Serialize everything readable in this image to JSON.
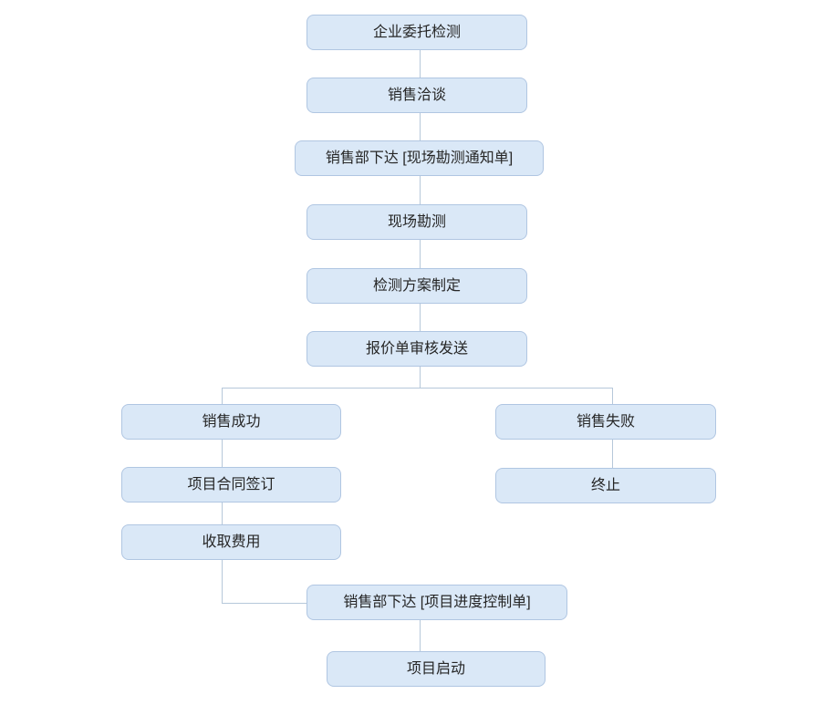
{
  "diagram": {
    "type": "flowchart",
    "colors": {
      "node_fill": "#dae8f7",
      "node_border": "#b0c6e2",
      "connector": "#b6c8da",
      "text": "#262626",
      "background": "#ffffff"
    },
    "nodes": [
      {
        "id": "entrust",
        "label": "企业委托检测"
      },
      {
        "id": "negotiation",
        "label": "销售洽谈"
      },
      {
        "id": "survey-notice",
        "label": "销售部下达 [现场勘测通知单]"
      },
      {
        "id": "site-survey",
        "label": "现场勘测"
      },
      {
        "id": "plan",
        "label": "检测方案制定"
      },
      {
        "id": "quotation",
        "label": "报价单审核发送"
      },
      {
        "id": "sale-success",
        "label": "销售成功"
      },
      {
        "id": "contract",
        "label": "项目合同签订"
      },
      {
        "id": "fee",
        "label": "收取费用"
      },
      {
        "id": "sale-fail",
        "label": "销售失败"
      },
      {
        "id": "terminate",
        "label": "终止"
      },
      {
        "id": "progress-control",
        "label": "销售部下达 [项目进度控制单]"
      },
      {
        "id": "project-start",
        "label": "项目启动"
      }
    ],
    "edges": [
      {
        "from": "entrust",
        "to": "negotiation"
      },
      {
        "from": "negotiation",
        "to": "survey-notice"
      },
      {
        "from": "survey-notice",
        "to": "site-survey"
      },
      {
        "from": "site-survey",
        "to": "plan"
      },
      {
        "from": "plan",
        "to": "quotation"
      },
      {
        "from": "quotation",
        "to": "sale-success"
      },
      {
        "from": "quotation",
        "to": "sale-fail"
      },
      {
        "from": "sale-success",
        "to": "contract"
      },
      {
        "from": "contract",
        "to": "fee"
      },
      {
        "from": "fee",
        "to": "progress-control"
      },
      {
        "from": "sale-fail",
        "to": "terminate"
      },
      {
        "from": "progress-control",
        "to": "project-start"
      }
    ]
  }
}
